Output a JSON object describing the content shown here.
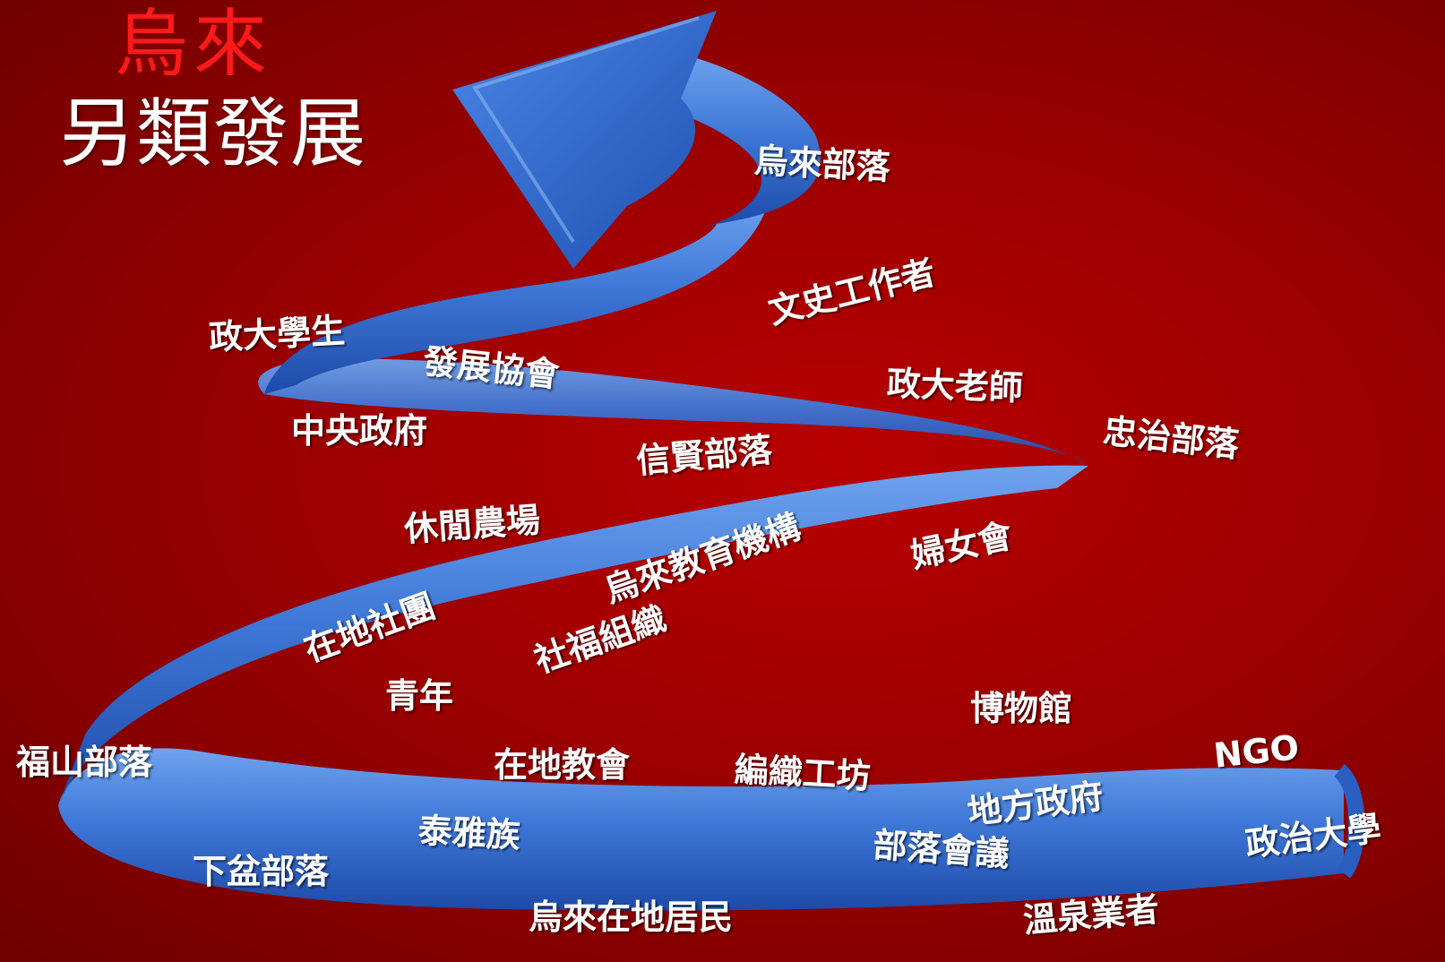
{
  "title": {
    "top": "烏來",
    "main": "另類發展"
  },
  "colors": {
    "background": "#9c0000",
    "arrow": "#3a74d6",
    "title_top": "#ff1a1a",
    "labels": "#ffffff"
  },
  "labels": {
    "wulai_tribe": "烏來部落",
    "culture_history_workers": "文史工作者",
    "nccu_students": "政大學生",
    "development_association": "發展協會",
    "nccu_teachers": "政大老師",
    "zhongzhi_tribe": "忠治部落",
    "central_government": "中央政府",
    "xinxian_tribe": "信賢部落",
    "leisure_farm": "休閒農場",
    "wulai_education_institution": "烏來教育機構",
    "womens_association": "婦女會",
    "local_community_groups": "在地社團",
    "social_welfare_org": "社福組織",
    "youth": "青年",
    "museum": "博物館",
    "fushan_tribe": "福山部落",
    "local_church": "在地教會",
    "weaving_workshop": "編織工坊",
    "ngo": "NGO",
    "atayal": "泰雅族",
    "local_government": "地方政府",
    "tribal_council": "部落會議",
    "nccu": "政治大學",
    "xiapen_tribe": "下盆部落",
    "wulai_residents": "烏來在地居民",
    "hot_spring_operators": "溫泉業者"
  }
}
